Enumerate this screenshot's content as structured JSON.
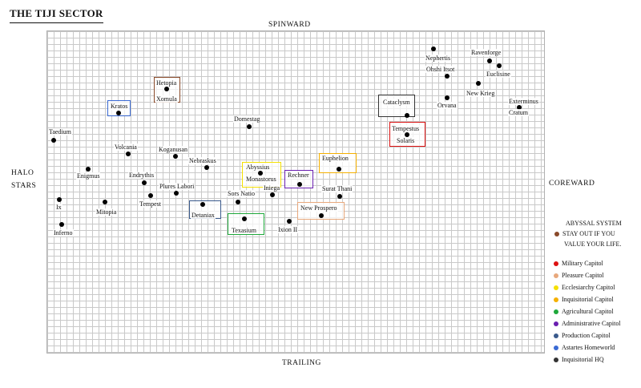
{
  "title": "THE TIJI SECTOR",
  "edges": {
    "top": "SPINWARD",
    "bottom": "TRAILING",
    "left_line1": "HALO",
    "left_line2": "STARS",
    "right": "COREWARD"
  },
  "colors": {
    "military": "#dd1111",
    "pleasure": "#e8a87c",
    "ecclesiarchy": "#f5e000",
    "inquisitorial": "#f5b000",
    "agricultural": "#1ea83a",
    "administrative": "#6a1fb0",
    "production": "#3a5a8c",
    "astartes": "#3a6ad4",
    "inquisitorial_hq": "#333333",
    "abyssal": "#8a4a2a"
  },
  "systems": [
    {
      "name": "Nephertis"
    },
    {
      "name": "Ravenforge"
    },
    {
      "name": "Euclisine"
    },
    {
      "name": "Ohshi Itsot"
    },
    {
      "name": "New Krieg"
    },
    {
      "name": "Orvana"
    },
    {
      "name": "Exterminus"
    },
    {
      "name": "Cratum"
    },
    {
      "name": "Cataclysm",
      "type": "inquisitorial_hq"
    },
    {
      "name": "Tempestus",
      "type": "military"
    },
    {
      "name": "Solaris",
      "type": "military"
    },
    {
      "name": "Hetopia",
      "type": "abyssal"
    },
    {
      "name": "Xomula",
      "type": "abyssal"
    },
    {
      "name": "Kratos",
      "type": "astartes"
    },
    {
      "name": "Domestag"
    },
    {
      "name": "Taedium"
    },
    {
      "name": "Volcania"
    },
    {
      "name": "Koganusan"
    },
    {
      "name": "Nebraskus"
    },
    {
      "name": "Euphelion",
      "type": "inquisitorial"
    },
    {
      "name": "Abyssius",
      "type": "ecclesiarchy"
    },
    {
      "name": "Monastorus",
      "type": "ecclesiarchy"
    },
    {
      "name": "Rechner",
      "type": "administrative"
    },
    {
      "name": "Iniega"
    },
    {
      "name": "Surat Thani"
    },
    {
      "name": "Enigmus"
    },
    {
      "name": "Endrythis"
    },
    {
      "name": "Plures Labori"
    },
    {
      "name": "Tempest"
    },
    {
      "name": "Detaniax",
      "type": "production"
    },
    {
      "name": "Sors Natio"
    },
    {
      "name": "New Prospero",
      "type": "pleasure"
    },
    {
      "name": "Texasium",
      "type": "agricultural"
    },
    {
      "name": "Ixion II"
    },
    {
      "name": "Ix"
    },
    {
      "name": "Mitopia"
    },
    {
      "name": "Inferno"
    }
  ],
  "legend": {
    "abyssal_lines": [
      "ABYSSAL SYSTEM",
      "STAY OUT IF YOU",
      "VALUE YOUR LIFE."
    ],
    "items": [
      {
        "label": "Military Capitol",
        "type": "military"
      },
      {
        "label": "Pleasure Capitol",
        "type": "pleasure"
      },
      {
        "label": "Ecclesiarchy Capitol",
        "type": "ecclesiarchy"
      },
      {
        "label": "Inquisitorial Capitol",
        "type": "inquisitorial"
      },
      {
        "label": "Agricultural Capitol",
        "type": "agricultural"
      },
      {
        "label": "Administrative Capitol",
        "type": "administrative"
      },
      {
        "label": "Production Capitol",
        "type": "production"
      },
      {
        "label": "Astartes Homeworld",
        "type": "astartes"
      },
      {
        "label": "Inquisitorial HQ",
        "type": "inquisitorial_hq"
      }
    ]
  }
}
